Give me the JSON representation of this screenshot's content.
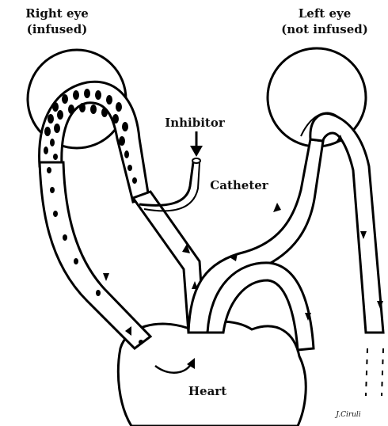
{
  "labels": {
    "right_eye_line1": "Right eye",
    "right_eye_line2": "(infused)",
    "left_eye_line1": "Left eye",
    "left_eye_line2": "(not infused)",
    "inhibitor": "Inhibitor",
    "catheter": "Catheter",
    "heart": "Heart",
    "signature": "J.Ciruli"
  }
}
